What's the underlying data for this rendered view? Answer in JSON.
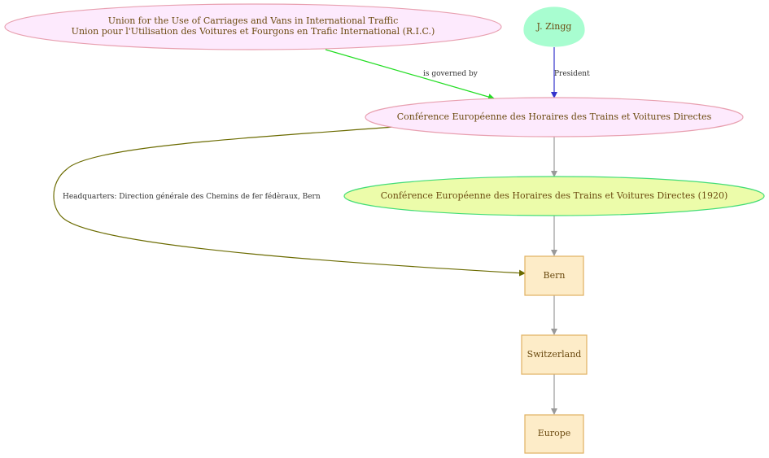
{
  "nodes": {
    "ric": {
      "label_line1": "Union for the Use of Carriages and Vans in International Traffic",
      "label_line2": "Union pour l'Utilisation des Voitures et Fourgons en Trafic International (R.I.C.)",
      "shape": "ellipse",
      "fill": "#fdeafd",
      "stroke": "#e8a0b0"
    },
    "zingg": {
      "label": "J. Zingg",
      "shape": "egg",
      "fill": "#a8fdd0",
      "stroke": "#a8fdd0"
    },
    "cehtvd": {
      "label": "Conférence Européenne des Horaires des Trains et Voitures Directes",
      "shape": "ellipse",
      "fill": "#fdeafd",
      "stroke": "#e8a0b0"
    },
    "cehtvd1920": {
      "label": "Conférence Européenne des Horaires des Trains et Voitures Directes (1920)",
      "shape": "ellipse",
      "fill": "#ecfcaa",
      "stroke": "#44dd77"
    },
    "bern": {
      "label": "Bern",
      "shape": "box",
      "fill": "#fdecc8",
      "stroke": "#e0b060"
    },
    "switzerland": {
      "label": "Switzerland",
      "shape": "box",
      "fill": "#fdecc8",
      "stroke": "#e0b060"
    },
    "europe": {
      "label": "Europe",
      "shape": "box",
      "fill": "#fdecc8",
      "stroke": "#e0b060"
    }
  },
  "edges": {
    "governed": {
      "from": "ric",
      "to": "cehtvd",
      "label": "is governed by",
      "color": "#22dd22"
    },
    "president": {
      "from": "zingg",
      "to": "cehtvd",
      "label": "President",
      "color": "#3333cc"
    },
    "conf_to_1920": {
      "from": "cehtvd",
      "to": "cehtvd1920",
      "label": "",
      "color": "#999999"
    },
    "hq": {
      "from": "cehtvd",
      "to": "bern",
      "label": "Headquarters: Direction générale des Chemins de fer fédèraux, Bern",
      "color": "#6b6b00"
    },
    "conf1920_to_bern": {
      "from": "cehtvd1920",
      "to": "bern",
      "label": "",
      "color": "#999999"
    },
    "bern_to_ch": {
      "from": "bern",
      "to": "switzerland",
      "label": "",
      "color": "#999999"
    },
    "ch_to_eu": {
      "from": "switzerland",
      "to": "europe",
      "label": "",
      "color": "#999999"
    }
  }
}
